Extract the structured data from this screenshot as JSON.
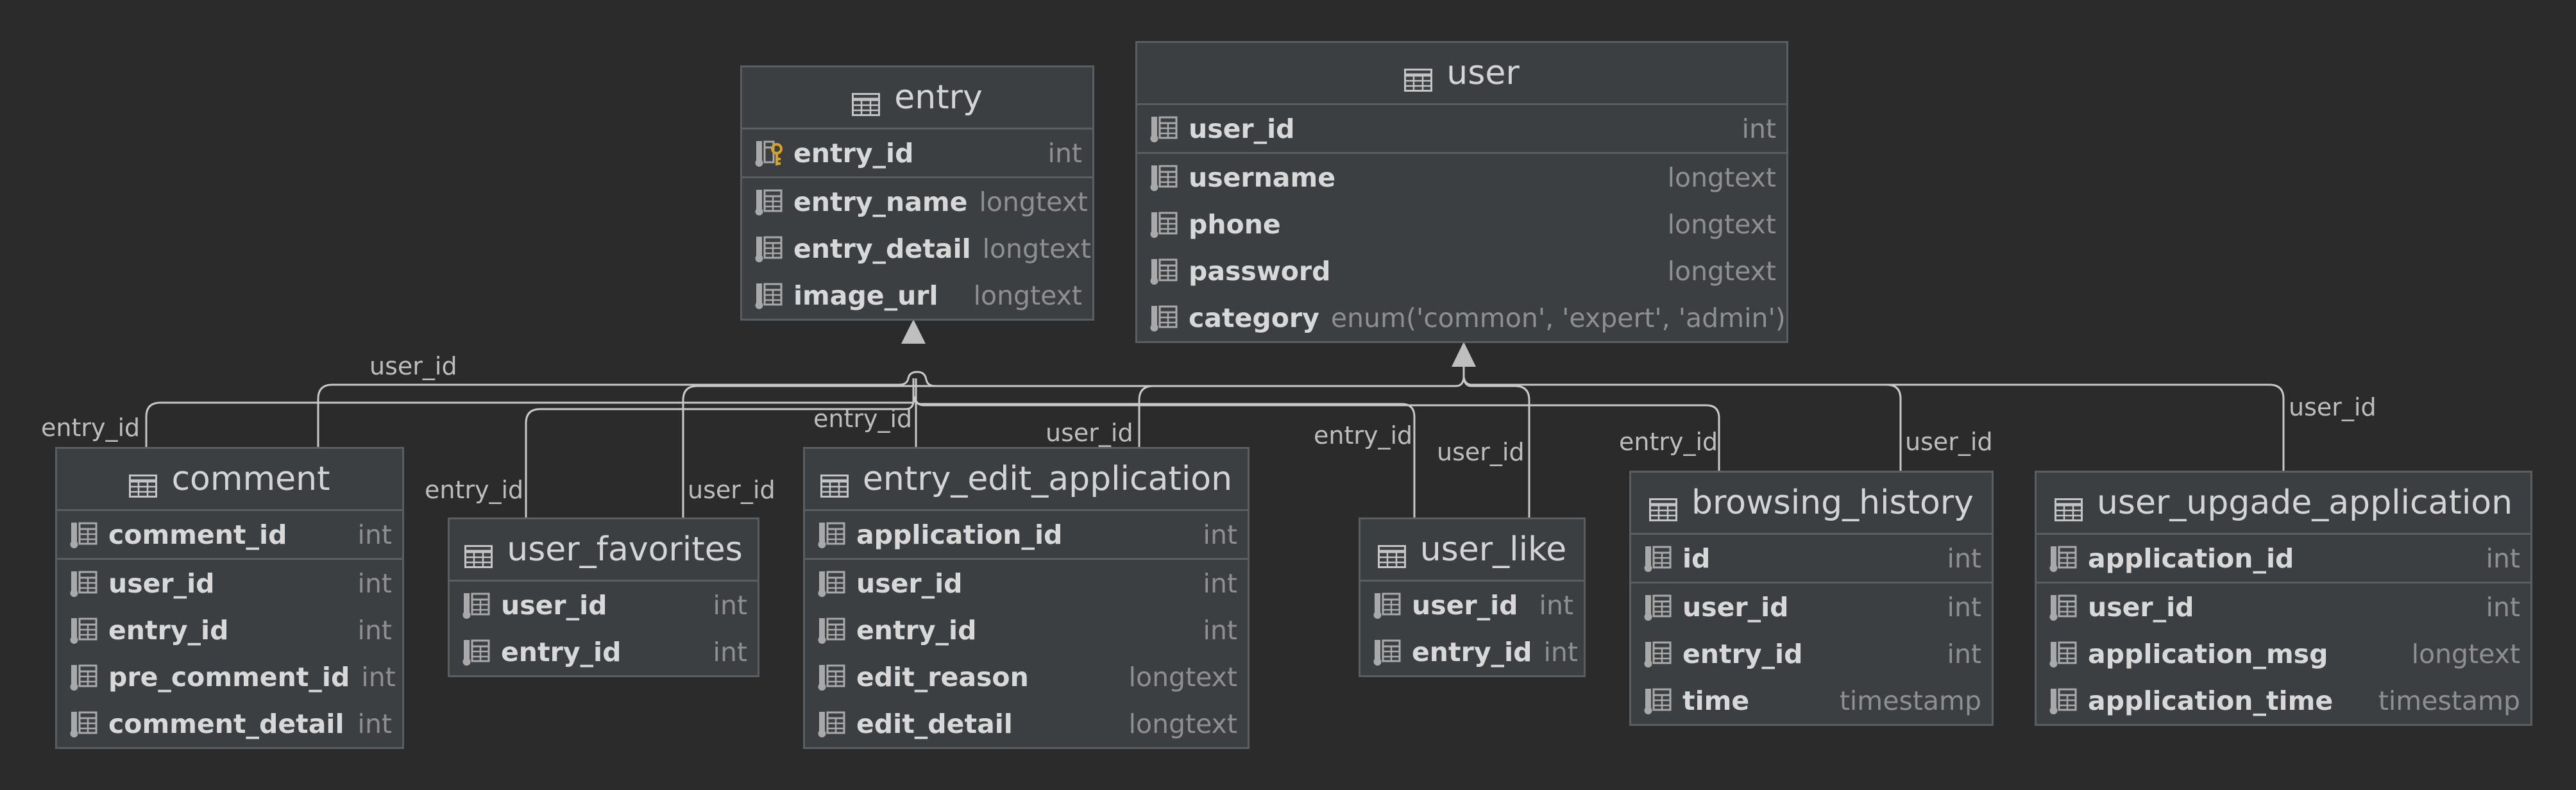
{
  "tables": {
    "entry": {
      "name": "entry",
      "pk": [
        {
          "name": "entry_id",
          "type": "int",
          "icon": "primary-key-column-icon"
        }
      ],
      "columns": [
        {
          "name": "entry_name",
          "type": "longtext"
        },
        {
          "name": "entry_detail",
          "type": "longtext"
        },
        {
          "name": "image_url",
          "type": "longtext"
        }
      ]
    },
    "user": {
      "name": "user",
      "pk": [
        {
          "name": "user_id",
          "type": "int",
          "icon": "column-icon"
        }
      ],
      "columns": [
        {
          "name": "username",
          "type": "longtext"
        },
        {
          "name": "phone",
          "type": "longtext"
        },
        {
          "name": "password",
          "type": "longtext"
        },
        {
          "name": "category",
          "type": "enum('common', 'expert', 'admin')"
        }
      ]
    },
    "comment": {
      "name": "comment",
      "pk": [
        {
          "name": "comment_id",
          "type": "int"
        }
      ],
      "columns": [
        {
          "name": "user_id",
          "type": "int"
        },
        {
          "name": "entry_id",
          "type": "int"
        },
        {
          "name": "pre_comment_id",
          "type": "int"
        },
        {
          "name": "comment_detail",
          "type": "int"
        }
      ]
    },
    "user_favorites": {
      "name": "user_favorites",
      "pk": [],
      "columns": [
        {
          "name": "user_id",
          "type": "int"
        },
        {
          "name": "entry_id",
          "type": "int"
        }
      ]
    },
    "entry_edit_application": {
      "name": "entry_edit_application",
      "pk": [
        {
          "name": "application_id",
          "type": "int"
        }
      ],
      "columns": [
        {
          "name": "user_id",
          "type": "int"
        },
        {
          "name": "entry_id",
          "type": "int"
        },
        {
          "name": "edit_reason",
          "type": "longtext"
        },
        {
          "name": "edit_detail",
          "type": "longtext"
        }
      ]
    },
    "user_like": {
      "name": "user_like",
      "pk": [],
      "columns": [
        {
          "name": "user_id",
          "type": "int"
        },
        {
          "name": "entry_id",
          "type": "int"
        }
      ]
    },
    "browsing_history": {
      "name": "browsing_history",
      "pk": [
        {
          "name": "id",
          "type": "int"
        }
      ],
      "columns": [
        {
          "name": "user_id",
          "type": "int"
        },
        {
          "name": "entry_id",
          "type": "int"
        },
        {
          "name": "time",
          "type": "timestamp"
        }
      ]
    },
    "user_upgade_application": {
      "name": "user_upgade_application",
      "pk": [
        {
          "name": "application_id",
          "type": "int"
        }
      ],
      "columns": [
        {
          "name": "user_id",
          "type": "int"
        },
        {
          "name": "application_msg",
          "type": "longtext"
        },
        {
          "name": "application_time",
          "type": "timestamp"
        }
      ]
    }
  },
  "edge_labels": {
    "comment_user": "user_id",
    "comment_entry": "entry_id",
    "favorites_entry": "entry_id",
    "favorites_user": "user_id",
    "edit_entry": "entry_id",
    "edit_user": "user_id",
    "like_entry": "entry_id",
    "like_user": "user_id",
    "history_entry": "entry_id",
    "history_user": "user_id",
    "upgrade_user": "user_id"
  },
  "colors": {
    "background": "#2b2b2b",
    "table_fill": "#3c3f41",
    "table_border": "#5b5e60",
    "title_text": "#d4d4d4",
    "column_name": "#d8d8d8",
    "column_type": "#8f8f8f",
    "connector": "#c8c8c8",
    "key_icon": "#d9a31a"
  }
}
